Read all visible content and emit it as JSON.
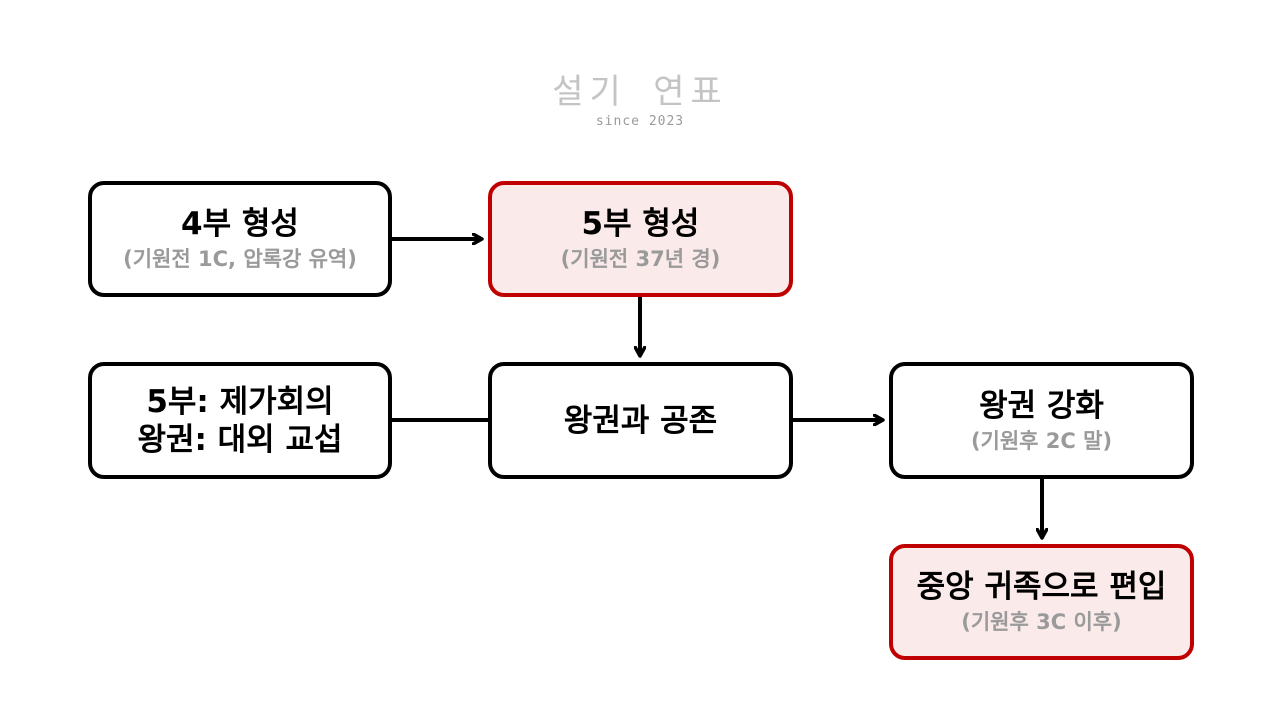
{
  "logo": {
    "title": "설기 연표",
    "subtitle": "since 2023"
  },
  "nodes": {
    "four_bu": {
      "title": "4부 형성",
      "subtitle": "(기원전 1C, 압록강 유역)"
    },
    "five_bu": {
      "title": "5부 형성",
      "subtitle": "(기원전 37년 경)"
    },
    "note": {
      "line1": "5부: 제가회의",
      "line2": "왕권: 대외 교섭"
    },
    "coexist": {
      "title": "왕권과 공존"
    },
    "strengthen": {
      "title": "왕권 강화",
      "subtitle": "(기원후 2C 말)"
    },
    "incorporate": {
      "title": "중앙 귀족으로 편입",
      "subtitle": "(기원후 3C 이후)"
    }
  },
  "colors": {
    "highlight_border": "#c00000",
    "highlight_fill": "#fbeaea",
    "subtitle_text": "#9a9a9a"
  }
}
